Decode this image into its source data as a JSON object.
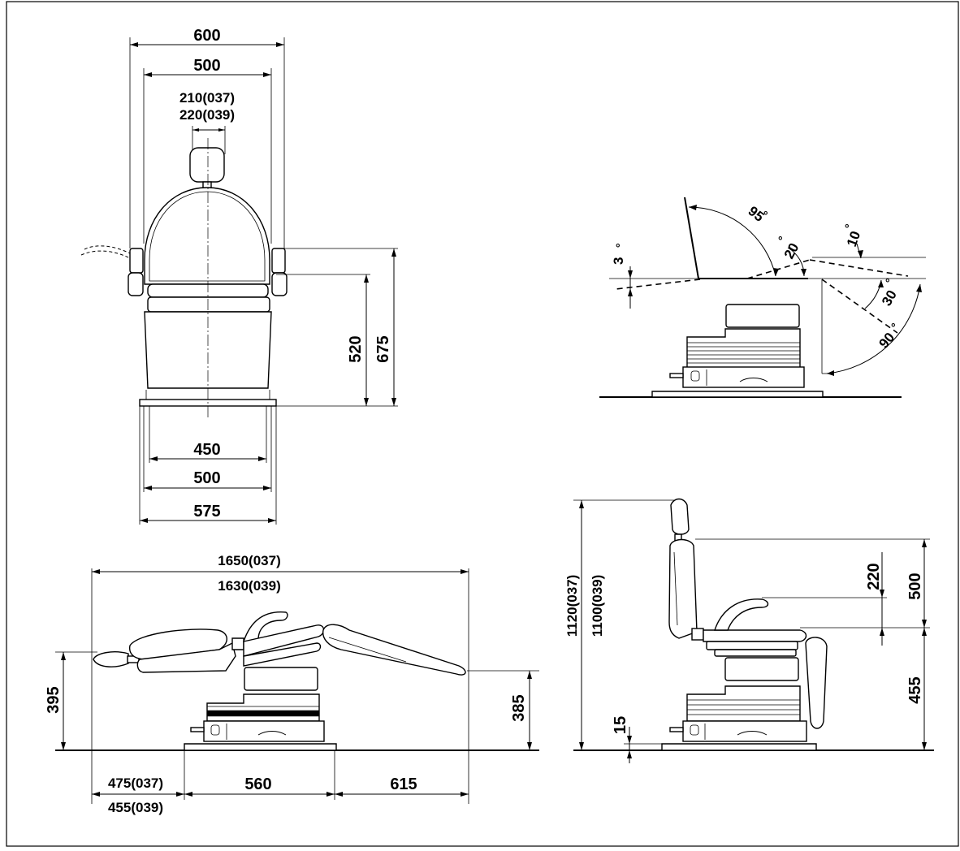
{
  "front_view": {
    "width_overall": "600",
    "width_armrests": "500",
    "headrest_width_a": "210(037)",
    "headrest_width_b": "220(039)",
    "base_width_1": "450",
    "base_width_2": "500",
    "base_width_3": "575",
    "armrest_height": "520",
    "seat_back_height": "675"
  },
  "recline_view": {
    "angle_backrest": "95",
    "angle_tilt": "3",
    "angle_seat": "20",
    "angle_leg_up": "10",
    "angle_leg_down": "30",
    "angle_leg_fold": "90",
    "degree_symbol": "°"
  },
  "side_reclined_view": {
    "length_a": "1650(037)",
    "length_b": "1630(039)",
    "height_head": "395",
    "height_foot": "385",
    "base_offset_a": "475(037)",
    "base_offset_b": "455(039)",
    "base_length": "560",
    "foot_overhang": "615"
  },
  "side_upright_view": {
    "height_total_a": "1120(037)",
    "height_total_b": "1100(039)",
    "armrest_above_seat": "220",
    "back_above_seat": "500",
    "seat_height": "455",
    "base_height": "15"
  }
}
